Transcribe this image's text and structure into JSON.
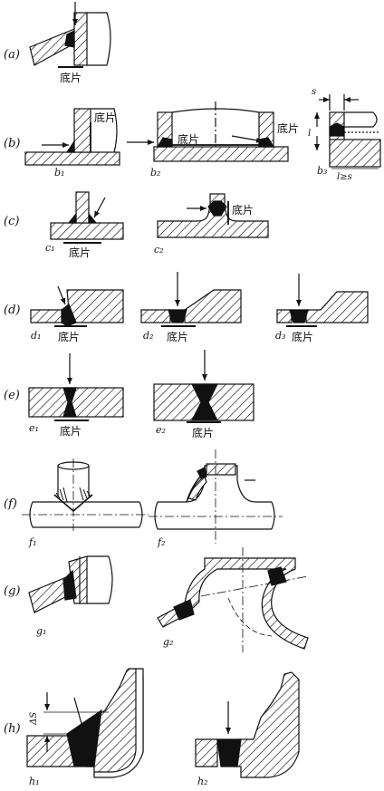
{
  "rows": [
    {
      "key": "a",
      "label": "(a)"
    },
    {
      "key": "b",
      "label": "(b)"
    },
    {
      "key": "c",
      "label": "(c)"
    },
    {
      "key": "d",
      "label": "(d)"
    },
    {
      "key": "e",
      "label": "(e)"
    },
    {
      "key": "f",
      "label": "(f)"
    },
    {
      "key": "g",
      "label": "(g)"
    },
    {
      "key": "h",
      "label": "(h)"
    }
  ],
  "film_label": "底片",
  "subfigures": {
    "b1": "b₁",
    "b2": "b₂",
    "b3": "b₃",
    "c1": "c₁",
    "c2": "c₂",
    "d1": "d₁",
    "d2": "d₂",
    "d3": "d₃",
    "e1": "e₁",
    "e2": "e₂",
    "f1": "f₁",
    "f2": "f₂",
    "g1": "g₁",
    "g2": "g₂",
    "h1": "h₁",
    "h2": "h₂"
  },
  "dimensions": {
    "s": "s",
    "l": "l",
    "l_ge_s": "l≥s",
    "delta_s": "ΔS"
  }
}
